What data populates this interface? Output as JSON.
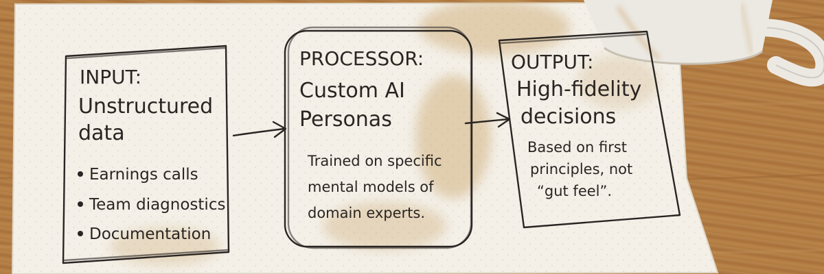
{
  "diagram": {
    "input": {
      "heading": "INPUT:",
      "title_lines": [
        "Unstructured",
        "data"
      ],
      "bullets": [
        "Earnings calls",
        "Team diagnostics",
        "Documentation"
      ]
    },
    "processor": {
      "heading": "PROCESSOR:",
      "title_lines": [
        "Custom AI",
        "Personas"
      ],
      "body_lines": [
        "Trained on specific",
        "mental models of",
        "domain experts."
      ]
    },
    "output": {
      "heading": "OUTPUT:",
      "title_lines": [
        "High-fidelity",
        "decisions"
      ],
      "body_lines": [
        "Based on first",
        "principles, not",
        "“gut feel”."
      ]
    }
  },
  "colors": {
    "table_wood": "#b07a3e",
    "napkin": "#f4f0e8",
    "ink": "#2a2522",
    "coffee_stain": "#c9a46a",
    "mug": "#ece9e3"
  }
}
